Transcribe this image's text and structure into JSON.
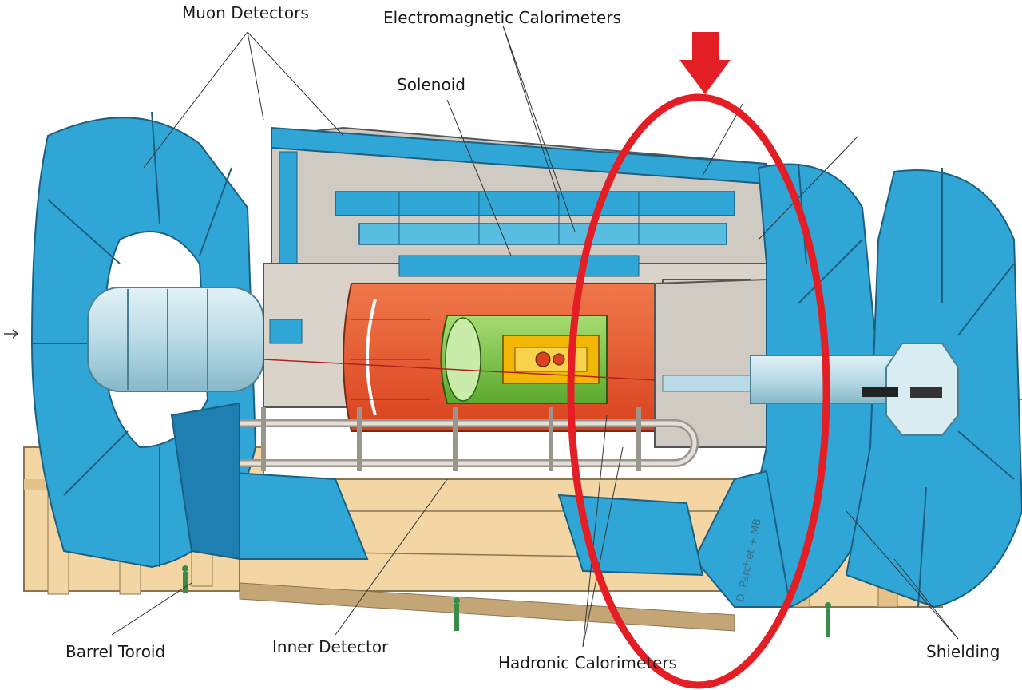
{
  "labels": {
    "muon_detectors": "Muon Detectors",
    "em_calorimeters": "Electromagnetic Calorimeters",
    "solenoid": "Solenoid",
    "barrel_toroid": "Barrel Toroid",
    "inner_detector": "Inner Detector",
    "hadronic_calorimeters": "Hadronic Calorimeters",
    "shielding": "Shielding"
  },
  "credit": "D. Parchet + MB",
  "colors": {
    "muon_blue": "#2fa6d6",
    "muon_dark": "#1f7fb0",
    "hadronic_orange": "#e8552a",
    "em_green": "#7fc24a",
    "inner_yellow": "#f2b705",
    "support_tan": "#f3d6a4",
    "steel_gray": "#cfcac2",
    "beam_pipe": "#b9dbe7",
    "highlight_red": "#e31e24"
  },
  "icons": {
    "arrow": "down-arrow-icon",
    "ellipse": "highlight-ellipse"
  }
}
